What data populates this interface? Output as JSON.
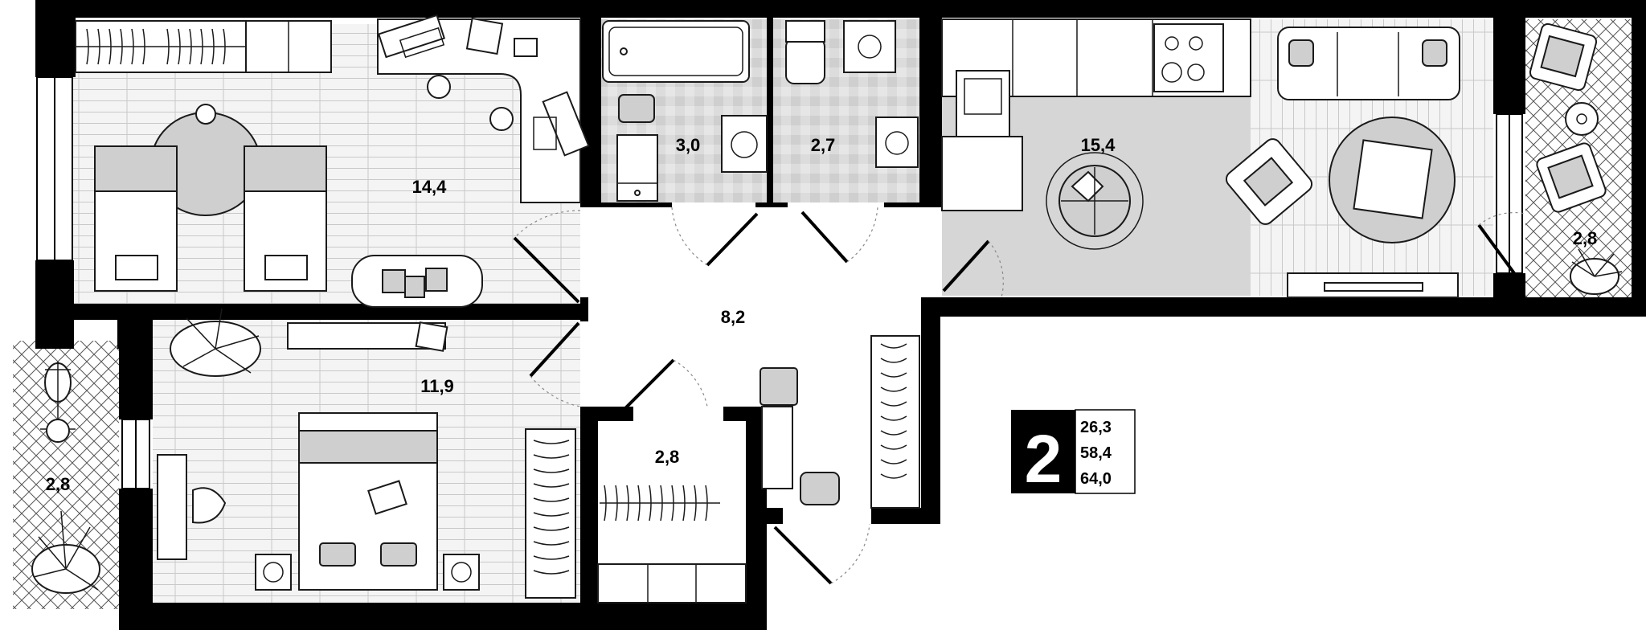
{
  "rooms": {
    "bedroom_top": {
      "area": "14,4"
    },
    "bathroom": {
      "area": "3,0"
    },
    "toilet": {
      "area": "2,7"
    },
    "kitchen_living": {
      "area": "15,4"
    },
    "balcony_right": {
      "area": "2,8"
    },
    "hallway": {
      "area": "8,2"
    },
    "bedroom_bottom": {
      "area": "11,9"
    },
    "wardrobe": {
      "area": "2,8"
    },
    "balcony_left": {
      "area": "2,8"
    }
  },
  "summary": {
    "rooms_count": "2",
    "living_area": "26,3",
    "total_area": "58,4",
    "total_with_balconies": "64,0"
  },
  "icons": [
    "bed-icon",
    "desk-icon",
    "laptop-icon",
    "plant-icon",
    "bathtub-icon",
    "toilet-icon",
    "sink-icon",
    "washing-machine-icon",
    "stove-icon",
    "dining-table-icon",
    "sofa-icon",
    "armchair-icon",
    "tv-icon",
    "wardrobe-hanger-icon",
    "door-swing-icon"
  ]
}
